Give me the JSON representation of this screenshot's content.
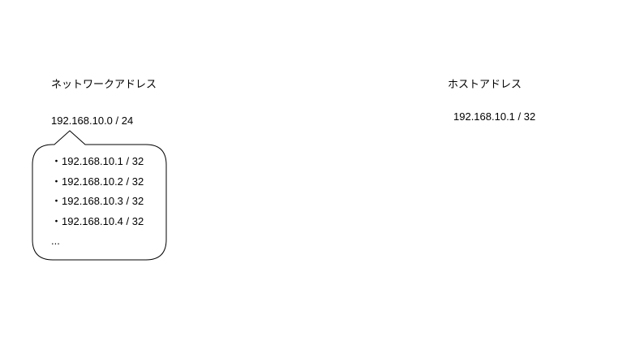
{
  "network": {
    "title": "ネットワークアドレス",
    "address": "192.168.10.0 / 24",
    "hosts": [
      "・192.168.10.1 / 32",
      "・192.168.10.2 / 32",
      "・192.168.10.3 / 32",
      "・192.168.10.4 / 32"
    ],
    "ellipsis": "..."
  },
  "host": {
    "title": "ホストアドレス",
    "address": "192.168.10.1 / 32"
  }
}
